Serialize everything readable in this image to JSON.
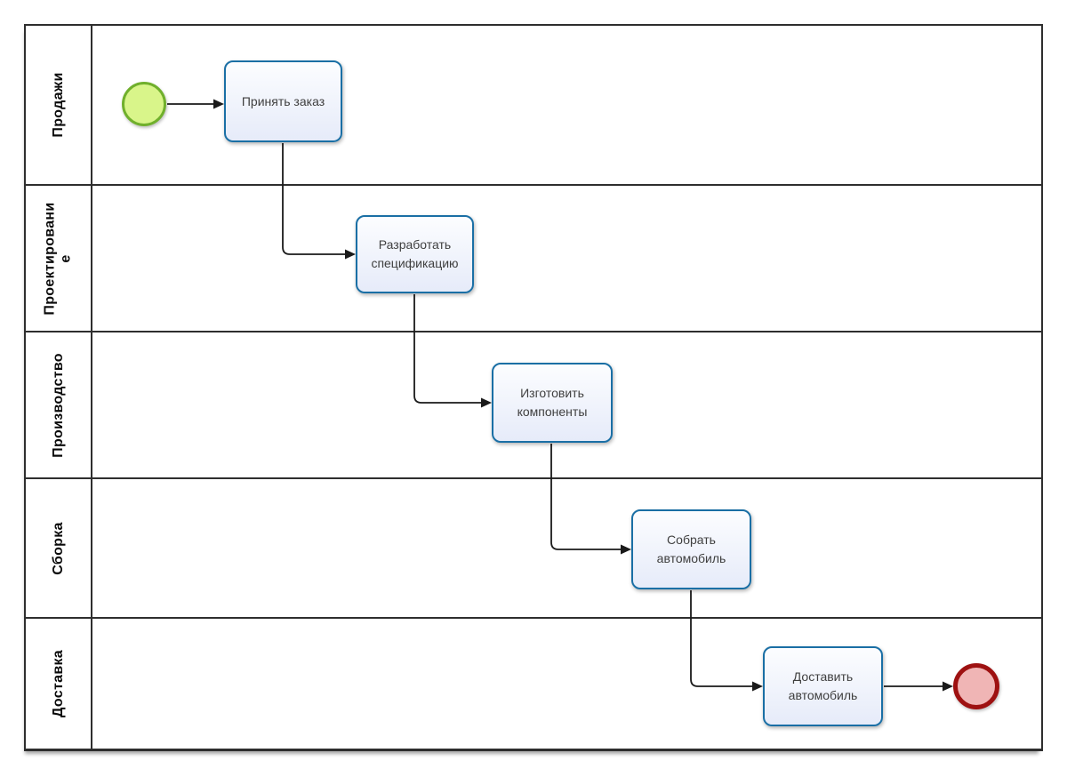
{
  "diagram": {
    "type": "bpmn-swimlane",
    "lanes": [
      {
        "label": "Продажи"
      },
      {
        "label": "Проектирование"
      },
      {
        "label": "Производство"
      },
      {
        "label": "Сборка"
      },
      {
        "label": "Доставка"
      }
    ],
    "tasks": [
      {
        "label": "Принять заказ",
        "lane": "Продажи"
      },
      {
        "label": "Разработать спецификацию",
        "lane": "Проектирование"
      },
      {
        "label": "Изготовить компоненты",
        "lane": "Производство"
      },
      {
        "label": "Собрать автомобиль",
        "lane": "Сборка"
      },
      {
        "label": "Доставить автомобиль",
        "lane": "Доставка"
      }
    ],
    "events": [
      {
        "name": "start-event",
        "shape": "circle",
        "lane": "Продажи"
      },
      {
        "name": "end-event",
        "shape": "circle",
        "lane": "Доставка"
      }
    ],
    "flows": [
      {
        "from": "start-event",
        "to": "Принять заказ"
      },
      {
        "from": "Принять заказ",
        "to": "Разработать спецификацию"
      },
      {
        "from": "Разработать спецификацию",
        "to": "Изготовить компоненты"
      },
      {
        "from": "Изготовить компоненты",
        "to": "Собрать автомобиль"
      },
      {
        "from": "Собрать автомобиль",
        "to": "Доставить автомобиль"
      },
      {
        "from": "Доставить автомобиль",
        "to": "end-event"
      }
    ],
    "colors": {
      "lane_border": "#2e2e2e",
      "task_border": "#1a6fa5",
      "task_fill_top": "#fcfdff",
      "task_fill_bottom": "#e6ebf9",
      "start_fill": "#d9f58a",
      "start_border": "#70b02c",
      "end_fill": "#f0b5b5",
      "end_border": "#9e1111",
      "connector": "#1a1a1a"
    }
  }
}
